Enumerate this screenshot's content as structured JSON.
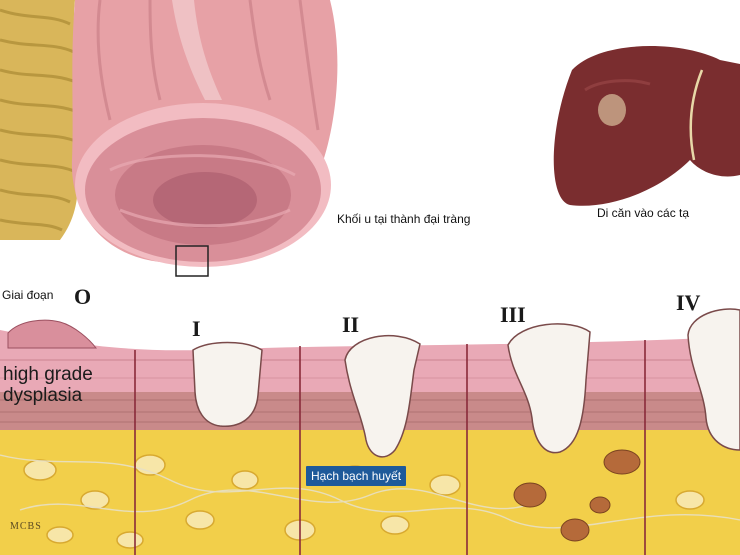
{
  "labels": {
    "tumor_caption": "Khối u tại thành đại tràng",
    "metastasis_caption": "Di căn vào các tạ",
    "stage_label": "Giai đoạn",
    "stage_o": "O",
    "stage_i": "I",
    "stage_ii": "II",
    "stage_iii": "III",
    "stage_iv": "IV",
    "dysplasia": "high grade dysplasia",
    "lymph_node": "Hạch bạch huyết",
    "logo": "MCBS"
  },
  "colors": {
    "fat": "#f2cf4a",
    "mucosa": "#e9a9b6",
    "muscle": "#c98a8a",
    "colon": "#e7a1a6",
    "liver": "#7a2d2f",
    "tumor": "#f7f3ee",
    "lymph_badge": "#1e5a9a"
  }
}
